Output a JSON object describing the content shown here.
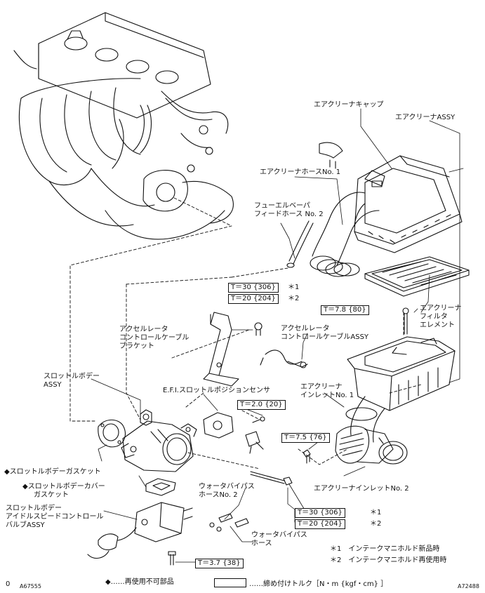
{
  "labels": {
    "air_cleaner_cap": "エアクリーナキャップ",
    "air_cleaner_assy": "エアクリーナASSY",
    "air_cleaner_hose_no1": "エアクリーナホースNo. 1",
    "fuel_vapor_feed_hose_no2": [
      "フューエルベーパ",
      "フィードホース No. 2"
    ],
    "air_cleaner_filter_element": [
      "エアクリーナ",
      "フィルタ",
      "エレメント"
    ],
    "accel_cable_bracket": [
      "アクセルレータ",
      "コントロールケーブル",
      "ブラケット"
    ],
    "accel_cable_assy": [
      "アクセルレータ",
      "コントロールケーブルASSY"
    ],
    "throttle_body_assy": [
      "スロットルボデー",
      "ASSY"
    ],
    "efi_throttle_position_sensor": "E.F.I.スロットルポジションセンサ",
    "air_cleaner_inlet_no1": [
      "エアクリーナ",
      "インレットNo. 1"
    ],
    "throttle_body_gasket": "◆スロットルボデーガスケット",
    "throttle_body_cover_gasket": [
      "◆スロットルボデーカバー",
      "ガスケット"
    ],
    "air_cleaner_inlet_no2": "エアクリーナインレットNo. 2",
    "water_bypass_hose_no2": [
      "ウォータバイパス",
      "ホースNo. 2"
    ],
    "idle_speed_control_valve": [
      "スロットルボデー",
      "アイドルスピードコントロール",
      "バルブASSY"
    ],
    "water_bypass_hose": [
      "ウォータバイパス",
      "ホース"
    ]
  },
  "torques": {
    "t1": "T＝30 {306}",
    "t1_mark": "＊1",
    "t2": "T＝20 {204}",
    "t2_mark": "＊2",
    "t3": "T＝7.8 {80}",
    "t4": "T＝2.0 {20}",
    "t5": "T＝7.5 {76}",
    "t6": "T＝30 {306}",
    "t6_mark": "＊1",
    "t7": "T＝20 {204}",
    "t7_mark": "＊2",
    "t8": "T＝3.7 {38}"
  },
  "notes": {
    "note1": "＊1　インテークマニホルド新品時",
    "note2": "＊2　インテークマニホルド再使用時"
  },
  "legend": {
    "nonreusable": "◆……再使用不可部品",
    "torque": "……締め付けトルク［N・m {kgf・cm} ］"
  },
  "codes": {
    "left_mark": "0",
    "left": "A67555",
    "right": "A72488"
  }
}
